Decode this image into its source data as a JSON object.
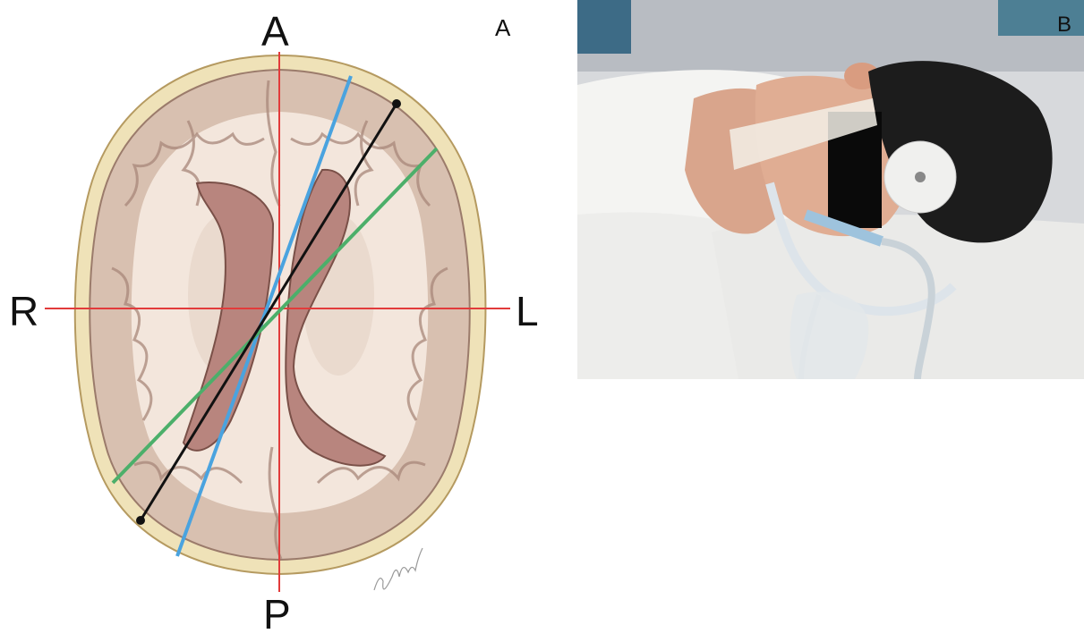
{
  "panel_a": {
    "panel_label": "A",
    "orientation": {
      "anterior": "A",
      "posterior": "P",
      "right": "R",
      "left": "L"
    },
    "lines": [
      {
        "name": "midline",
        "color": "#e23b3b"
      },
      {
        "name": "horizontal-axis",
        "color": "#e23b3b"
      },
      {
        "name": "blue-line",
        "color": "#4aa3df"
      },
      {
        "name": "green-line",
        "color": "#4caf6a"
      },
      {
        "name": "black-line",
        "color": "#111111"
      }
    ]
  },
  "panel_b": {
    "panel_label": "B",
    "description_icons": [
      "patient-photo",
      "censor-bar",
      "ecg-electrode",
      "endotracheal-tube"
    ]
  }
}
